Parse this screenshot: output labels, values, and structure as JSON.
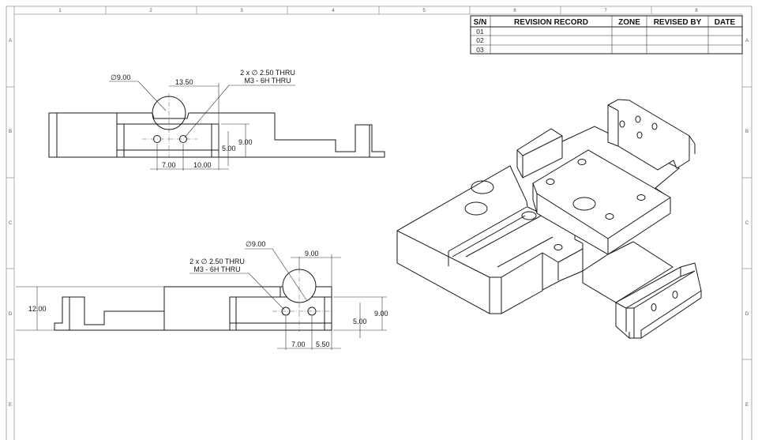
{
  "sheet": {
    "column_labels": [
      "1",
      "2",
      "3",
      "4",
      "5",
      "6",
      "7",
      "8"
    ],
    "row_labels": [
      "A",
      "B",
      "C",
      "D",
      "E"
    ]
  },
  "revision_table": {
    "headers": [
      "S/N",
      "REVISION RECORD",
      "ZONE",
      "REVISED BY",
      "DATE"
    ],
    "rows": [
      [
        "01",
        "",
        "",
        "",
        ""
      ],
      [
        "02",
        "",
        "",
        "",
        ""
      ],
      [
        "03",
        "",
        "",
        "",
        ""
      ]
    ]
  },
  "top_view": {
    "bore_callout": "∅9.00",
    "hole_callout_line1": "2 x ∅ 2.50 THRU",
    "hole_callout_line2": "M3 - 6H THRU",
    "dim_13_50": "13.50",
    "dim_9_00": "9.00",
    "dim_5_00": "5.00",
    "dim_7_00": "7.00",
    "dim_10_00": "10.00"
  },
  "front_view": {
    "bore_callout": "∅9.00",
    "hole_callout_line1": "2 x ∅ 2.50 THRU",
    "hole_callout_line2": "M3 - 6H THRU",
    "dim_9_00_top": "9.00",
    "dim_12_00": "12.00",
    "dim_9_00": "9.00",
    "dim_5_00": "5.00",
    "dim_7_00": "7.00",
    "dim_5_50": "5.50"
  }
}
